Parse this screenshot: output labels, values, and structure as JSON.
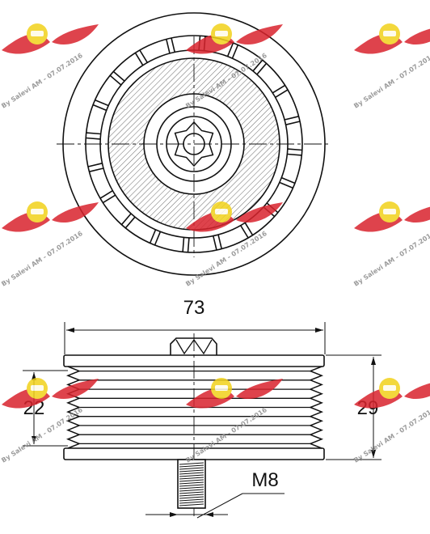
{
  "dimensions": {
    "diameter": "73",
    "belt_width": "22",
    "total_width": "29",
    "thread": "M8"
  },
  "watermark": {
    "text": "By Salevi AM - 07.07.2016"
  },
  "colors": {
    "line": "#111111",
    "hatch": "#444444",
    "watermark_red": "#d9232d",
    "watermark_yellow": "#f2d21b"
  }
}
